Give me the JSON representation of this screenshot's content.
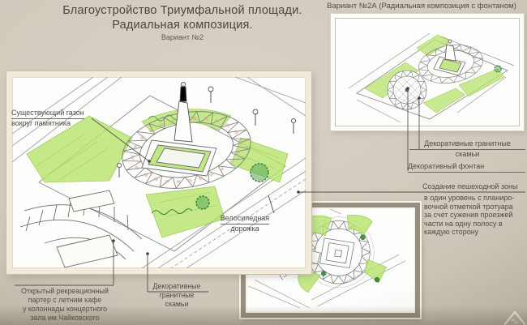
{
  "title": {
    "line1": "Благоустройство Триумфальной площади.",
    "line2": "Радиальная композиция.",
    "subtitle": "Вариант №2"
  },
  "panel_2a": {
    "heading": "Вариант №2А (Радиальная композиция с фонтаном)"
  },
  "annotations": {
    "lawn": {
      "line1": "Существующий газон",
      "line2": "вокруг памятника"
    },
    "bike": {
      "line1": "Велосипедная",
      "line2": "дорожка"
    },
    "parterre": {
      "line1": "Открытый рекреационный",
      "line2": "партер с летним кафе",
      "line3": "у колоннады концертного",
      "line4": "зала им.Чайковского"
    },
    "benches_main": {
      "line1": "Декоративные",
      "line2": "гранитные",
      "line3": "скамьи"
    },
    "benches_2a": {
      "line1": "Декоративные гранитные",
      "line2": "скамьи"
    },
    "fountain_2a": {
      "line1": "Декоративный фонтан"
    },
    "pedestrian_zone": {
      "line1": "Создание пешеходной зоны",
      "line2": "в один уровень с планиро-",
      "line3": "вочной отметкой тротуара",
      "line4": "за счет сужения проезжей",
      "line5": "части на одну полосу в",
      "line6": "каждую сторону"
    }
  },
  "colors": {
    "background": "#d0cabd",
    "panel_border_cream": "#f1ebdb",
    "frame_taupe": "#968e7e",
    "sketch_line": "#7d7d7d",
    "lawn_green": "#b7e26d",
    "bush_green": "#2e7d32",
    "accent_pink": "#d59f9f",
    "text": "#4f4d48"
  },
  "logo": {
    "name": "mountain-outline-logo"
  }
}
